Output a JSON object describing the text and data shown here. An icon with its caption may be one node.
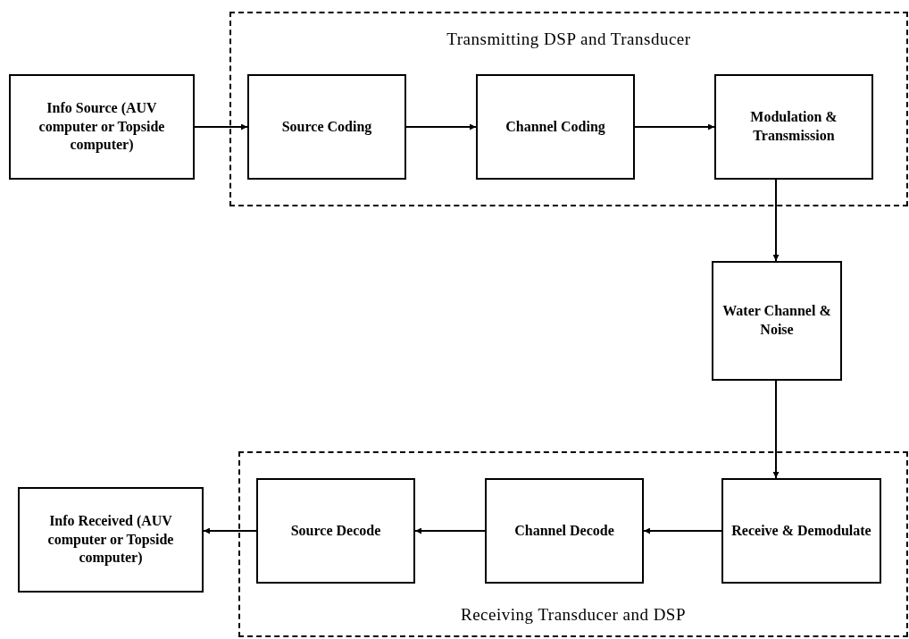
{
  "diagram": {
    "nodes": [
      {
        "text": [
          "Transmitting DSP and Transducer"
        ]
      },
      {
        "text": [
          "Info Source (AUV computer or Topside computer)"
        ]
      },
      {
        "text": [
          "Source Coding"
        ],
        "in": 0
      },
      {
        "text": [
          "Channel Coding"
        ],
        "in": 0
      },
      {
        "text": [
          "Modulation & Transmission"
        ],
        "in": 0
      },
      {
        "text": [
          "Water Channel & Noise"
        ]
      },
      {
        "text": [
          "Receiving Transducer and DSP"
        ]
      },
      {
        "text": [
          "Receive & Demodulate"
        ],
        "in": 6
      },
      {
        "text": [
          "Channel Decode"
        ],
        "in": 6
      },
      {
        "text": [
          "Source Decode"
        ],
        "in": 6
      },
      {
        "text": [
          "Info Received (AUV computer or Topside computer)"
        ]
      }
    ],
    "edges": [
      {
        "from": 1,
        "to": 2,
        "arrow": "to"
      },
      {
        "from": 2,
        "to": 3,
        "arrow": "to"
      },
      {
        "from": 3,
        "to": 4,
        "arrow": "to"
      },
      {
        "from": 4,
        "to": 5,
        "arrow": "to"
      },
      {
        "from": 5,
        "to": 7,
        "arrow": "to"
      },
      {
        "from": 7,
        "to": 8,
        "arrow": "to"
      },
      {
        "from": 8,
        "to": 9,
        "arrow": "to"
      },
      {
        "from": 9,
        "to": 10,
        "arrow": "to"
      }
    ]
  }
}
